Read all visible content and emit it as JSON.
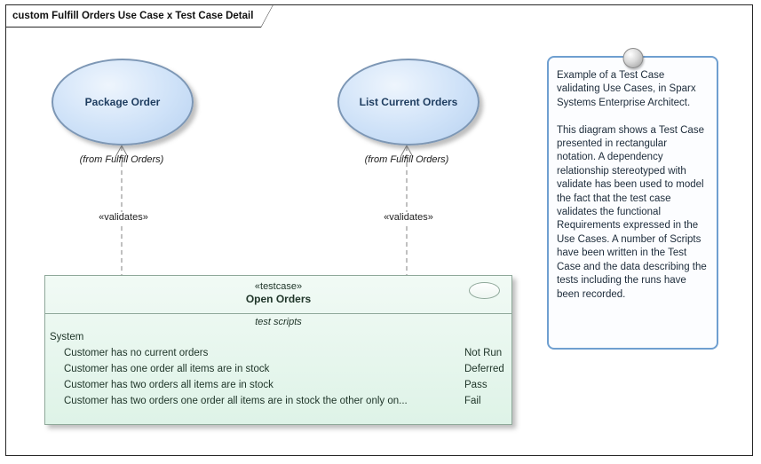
{
  "frame": {
    "title": "custom Fulfill Orders Use Case x Test Case Detail"
  },
  "use_cases": [
    {
      "name": "Package Order",
      "from": "(from Fulfill Orders)"
    },
    {
      "name": "List Current Orders",
      "from": "(from Fulfill Orders)"
    }
  ],
  "connectors": [
    {
      "stereotype": "«validates»"
    },
    {
      "stereotype": "«validates»"
    }
  ],
  "test_case": {
    "stereotype": "«testcase»",
    "name": "Open Orders",
    "compartment_label": "test scripts",
    "group": "System",
    "scripts": [
      {
        "name": "Customer has no current orders",
        "status": "Not Run"
      },
      {
        "name": "Customer has one order all items are in stock",
        "status": "Deferred"
      },
      {
        "name": "Customer has two orders all items are in stock",
        "status": "Pass"
      },
      {
        "name": "Customer has two orders one order all items are in stock the other only on...",
        "status": "Fail"
      }
    ]
  },
  "note": {
    "text": "Example of a Test Case validating Use Cases, in Sparx Systems Enterprise Architect.\n\nThis diagram shows a Test Case presented in rectangular notation. A dependency relationship stereotyped with validate has been used to model the fact that the test case validates the functional Requirements expressed in the Use Cases. A number of Scripts have been written in the Test Case and the data describing the tests including the runs have been recorded."
  },
  "colors": {
    "use_case_fill": "#cfe2f8",
    "use_case_border": "#7d97b5",
    "use_case_text": "#1d3c5f",
    "test_case_fill": "#e6f6ed",
    "test_case_border": "#8fa89a",
    "note_border": "#6f9fd0",
    "note_fill": "#fcfdff",
    "connector": "#808080",
    "frame_border": "#262626"
  }
}
